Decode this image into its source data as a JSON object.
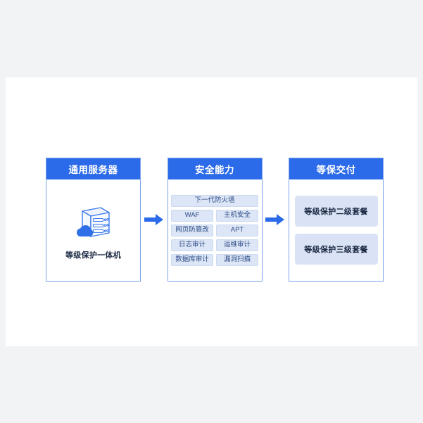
{
  "page": {
    "background_color": "#f2f3f4",
    "card_background": "#ffffff",
    "accent_color": "#2b6ae8",
    "border_color": "#7ba2ea",
    "pill_color": "#dde6f6",
    "package_color": "#dae3f5"
  },
  "diagram": {
    "columns": [
      {
        "id": "general-server",
        "header": "通用服务器",
        "icon": "server-cloud-icon",
        "label": "等级保护一体机"
      },
      {
        "id": "security-capability",
        "header": "安全能力",
        "rows": [
          [
            "下一代防火墙"
          ],
          [
            "WAF",
            "主机安全"
          ],
          [
            "网页防篡改",
            "APT"
          ],
          [
            "日志审计",
            "运维审计"
          ],
          [
            "数据库审计",
            "漏洞扫描"
          ]
        ]
      },
      {
        "id": "compliance-delivery",
        "header": "等保交付",
        "packages": [
          "等级保护二级套餐",
          "等级保护三级套餐"
        ]
      }
    ],
    "arrows": [
      {
        "id": "arrow-1",
        "direction": "right"
      },
      {
        "id": "arrow-2",
        "direction": "right"
      }
    ]
  }
}
